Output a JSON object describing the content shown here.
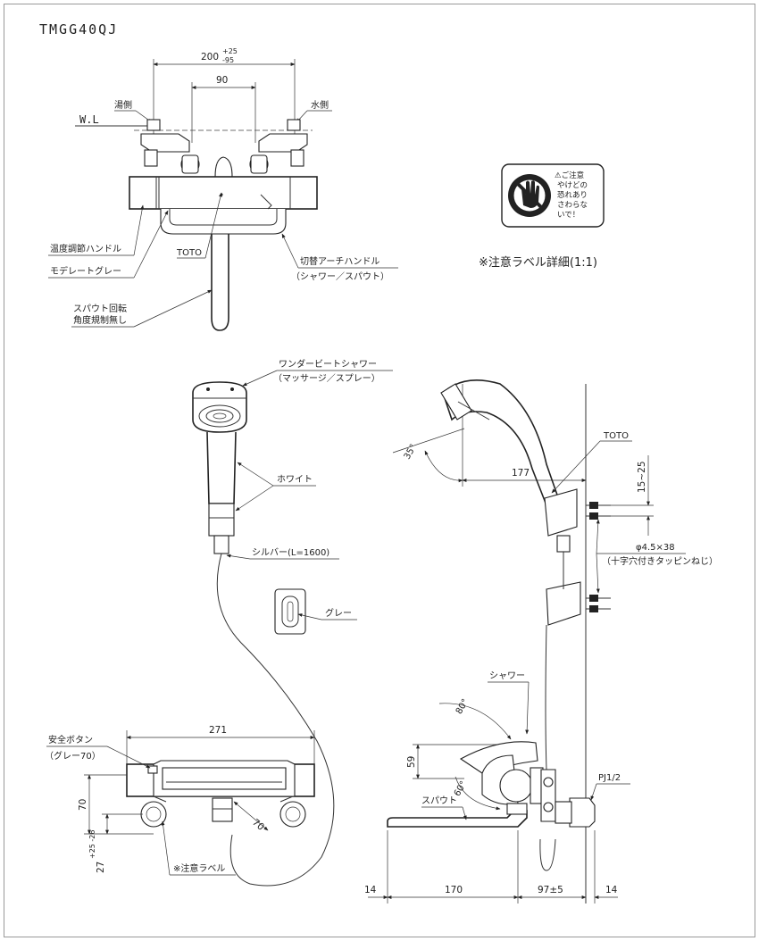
{
  "model": "TMGG40QJ",
  "top_view": {
    "dim_200": "200",
    "dim_200_plus": "+25",
    "dim_200_minus": "-95",
    "dim_90": "90",
    "wl": "W.L",
    "hot_side": "湯側",
    "cold_side": "水側",
    "toto": "TOTO",
    "temp_handle": "温度調節ハンドル",
    "moderate_gray": "モデレートグレー",
    "spout_rot_1": "スパウト回転",
    "spout_rot_2": "角度規制無し",
    "arch_handle_1": "切替アーチハンドル",
    "arch_handle_2": "（シャワー／スパウト）"
  },
  "caution_label": {
    "title": "⚠ご注意",
    "line1": "やけどの",
    "line2": "恐れあり",
    "line3": "さわらな",
    "line4": "いで！",
    "detail": "※注意ラベル詳細(1:1)"
  },
  "shower": {
    "name_1": "ワンダービートシャワー",
    "name_2": "（マッサージ／スプレー）",
    "white": "ホワイト",
    "hose": "シルバー(L=1600)",
    "gray": "グレー"
  },
  "side_view": {
    "angle_35": "35°",
    "dim_177": "177",
    "toto": "TOTO",
    "dim_15_25": "15~25",
    "screw_1": "φ4.5×38",
    "screw_2": "（十字穴付きタッピンねじ）"
  },
  "bottom_left": {
    "safety_btn_1": "安全ボタン",
    "safety_btn_2": "（グレー70）",
    "dim_271": "271",
    "dim_70_v": "70",
    "dim_70_diag": "70",
    "dim_27": "27",
    "dim_27_tol": "+25 -26",
    "caution_label": "※注意ラベル"
  },
  "bottom_right": {
    "shower": "シャワー",
    "spout": "スパウト",
    "angle_80": "80°",
    "angle_60": "60°",
    "dim_59": "59",
    "pj": "PJ1/2",
    "dim_14_left": "14",
    "dim_170": "170",
    "dim_97": "97±5",
    "dim_14_right": "14"
  }
}
